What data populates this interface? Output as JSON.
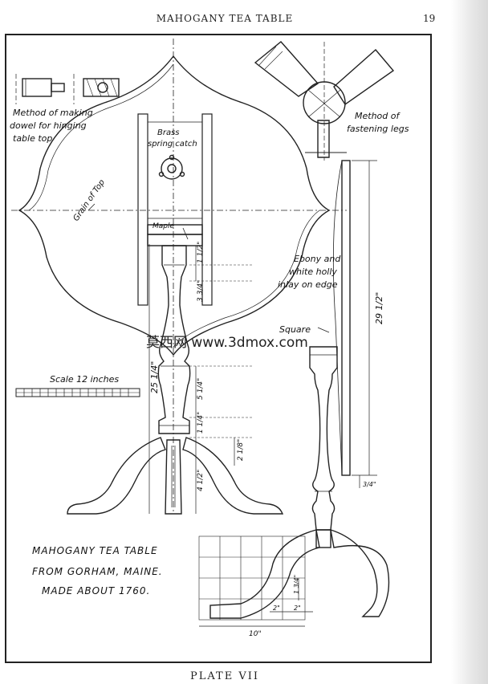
{
  "header": {
    "title": "MAHOGANY TEA TABLE",
    "page_number": "19"
  },
  "notes": {
    "dowel": [
      "Method of making",
      "dowel for hinging",
      "table top"
    ],
    "fastening": [
      "Method of",
      "fastening legs"
    ],
    "brass": [
      "Brass",
      "spring catch"
    ],
    "grain": "Grain of Top",
    "maple": "Maple",
    "inlay": [
      "Ebony and",
      "white holly",
      "inlay on edge"
    ],
    "square": "Square",
    "scale": "Scale 12 inches"
  },
  "dimensions": {
    "height_total": "29 1/2\"",
    "height_pedestal": "25 1/4\"",
    "d1": "1 1/2\"",
    "d2": "3 3/4\"",
    "d3": "5 1/4\"",
    "d4": "1 1/4\"",
    "d5": "2 1/8\"",
    "d6": "4 1/2\"",
    "d7": "3/4\"",
    "d8": "1 3/4\"",
    "leg_spread": "10\"",
    "leg_a": "2\"",
    "leg_b": "2\""
  },
  "caption": [
    "MAHOGANY TEA TABLE",
    "FROM GORHAM, MAINE.",
    "MADE ABOUT 1760."
  ],
  "watermark": "莫西网 www.3dmox.com",
  "footer": {
    "plate": "PLATE VII"
  }
}
